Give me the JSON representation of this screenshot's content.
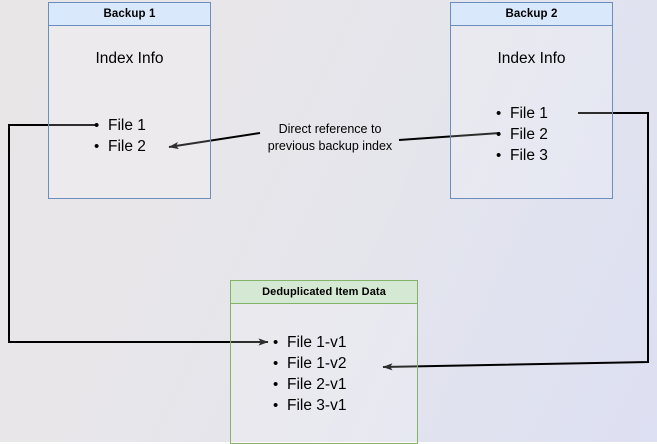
{
  "diagram": {
    "title_backup1": "Backup 1",
    "title_backup2": "Backup 2",
    "title_dedup": "Deduplicated Item Data",
    "index_info_label": "Index Info",
    "backup1": {
      "header": "Backup 1",
      "section_label": "Index Info",
      "files": [
        "File 1",
        "File 2"
      ]
    },
    "backup2": {
      "header": "Backup 2",
      "section_label": "Index Info",
      "files": [
        "File 1",
        "File 2",
        "File 3"
      ]
    },
    "dedup": {
      "header": "Deduplicated Item Data",
      "files": [
        "File 1-v1",
        "File 1-v2",
        "File 2-v1",
        "File 3-v1"
      ]
    },
    "edge_label": {
      "line1": "Direct reference to",
      "line2": "previous backup index"
    },
    "bullet_glyph": "•",
    "colors": {
      "blue_fill": "#dae8fc",
      "blue_stroke": "#6c8ebf",
      "green_fill": "#d5e8d4",
      "green_stroke": "#82b366",
      "edge_stroke": "#000000",
      "background_left": "#e9e6e8",
      "background_right": "#dde0f2"
    }
  }
}
